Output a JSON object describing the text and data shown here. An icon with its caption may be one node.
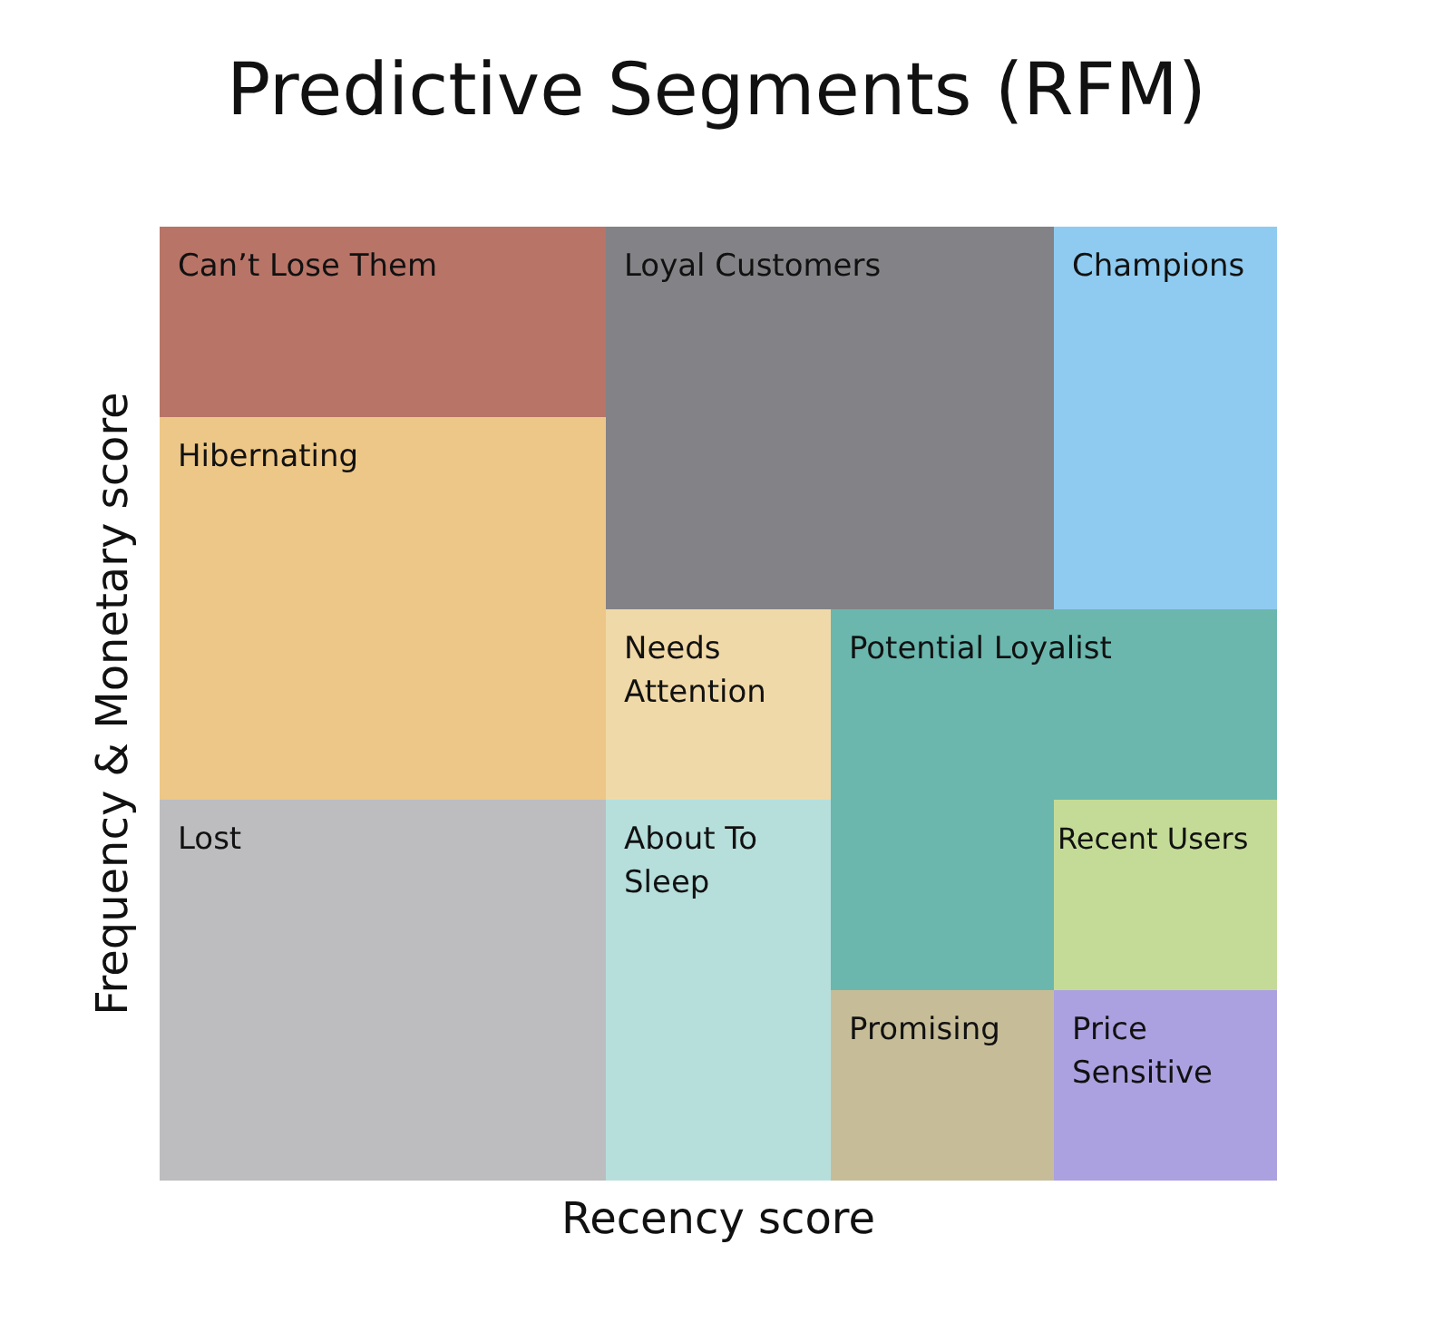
{
  "diagram": {
    "title": "Predictive Segments (RFM)",
    "nodes": [
      {
        "text": [
          "Can’t Lose Them"
        ]
      },
      {
        "text": [
          "Loyal Customers"
        ]
      },
      {
        "text": [
          "Champions"
        ]
      },
      {
        "text": [
          "Hibernating"
        ]
      },
      {
        "text": [
          "Needs Attention"
        ]
      },
      {
        "text": [
          "Potential Loyalist"
        ]
      },
      {
        "text": [
          "Lost"
        ]
      },
      {
        "text": [
          "About To Sleep"
        ]
      },
      {
        "text": [
          "Recent Users"
        ],
        "in": 5
      },
      {
        "text": [
          "Promising"
        ]
      },
      {
        "text": [
          "Price Sensitive"
        ]
      }
    ],
    "labels": [
      "Frequency & Monetary score",
      "Recency score"
    ]
  }
}
